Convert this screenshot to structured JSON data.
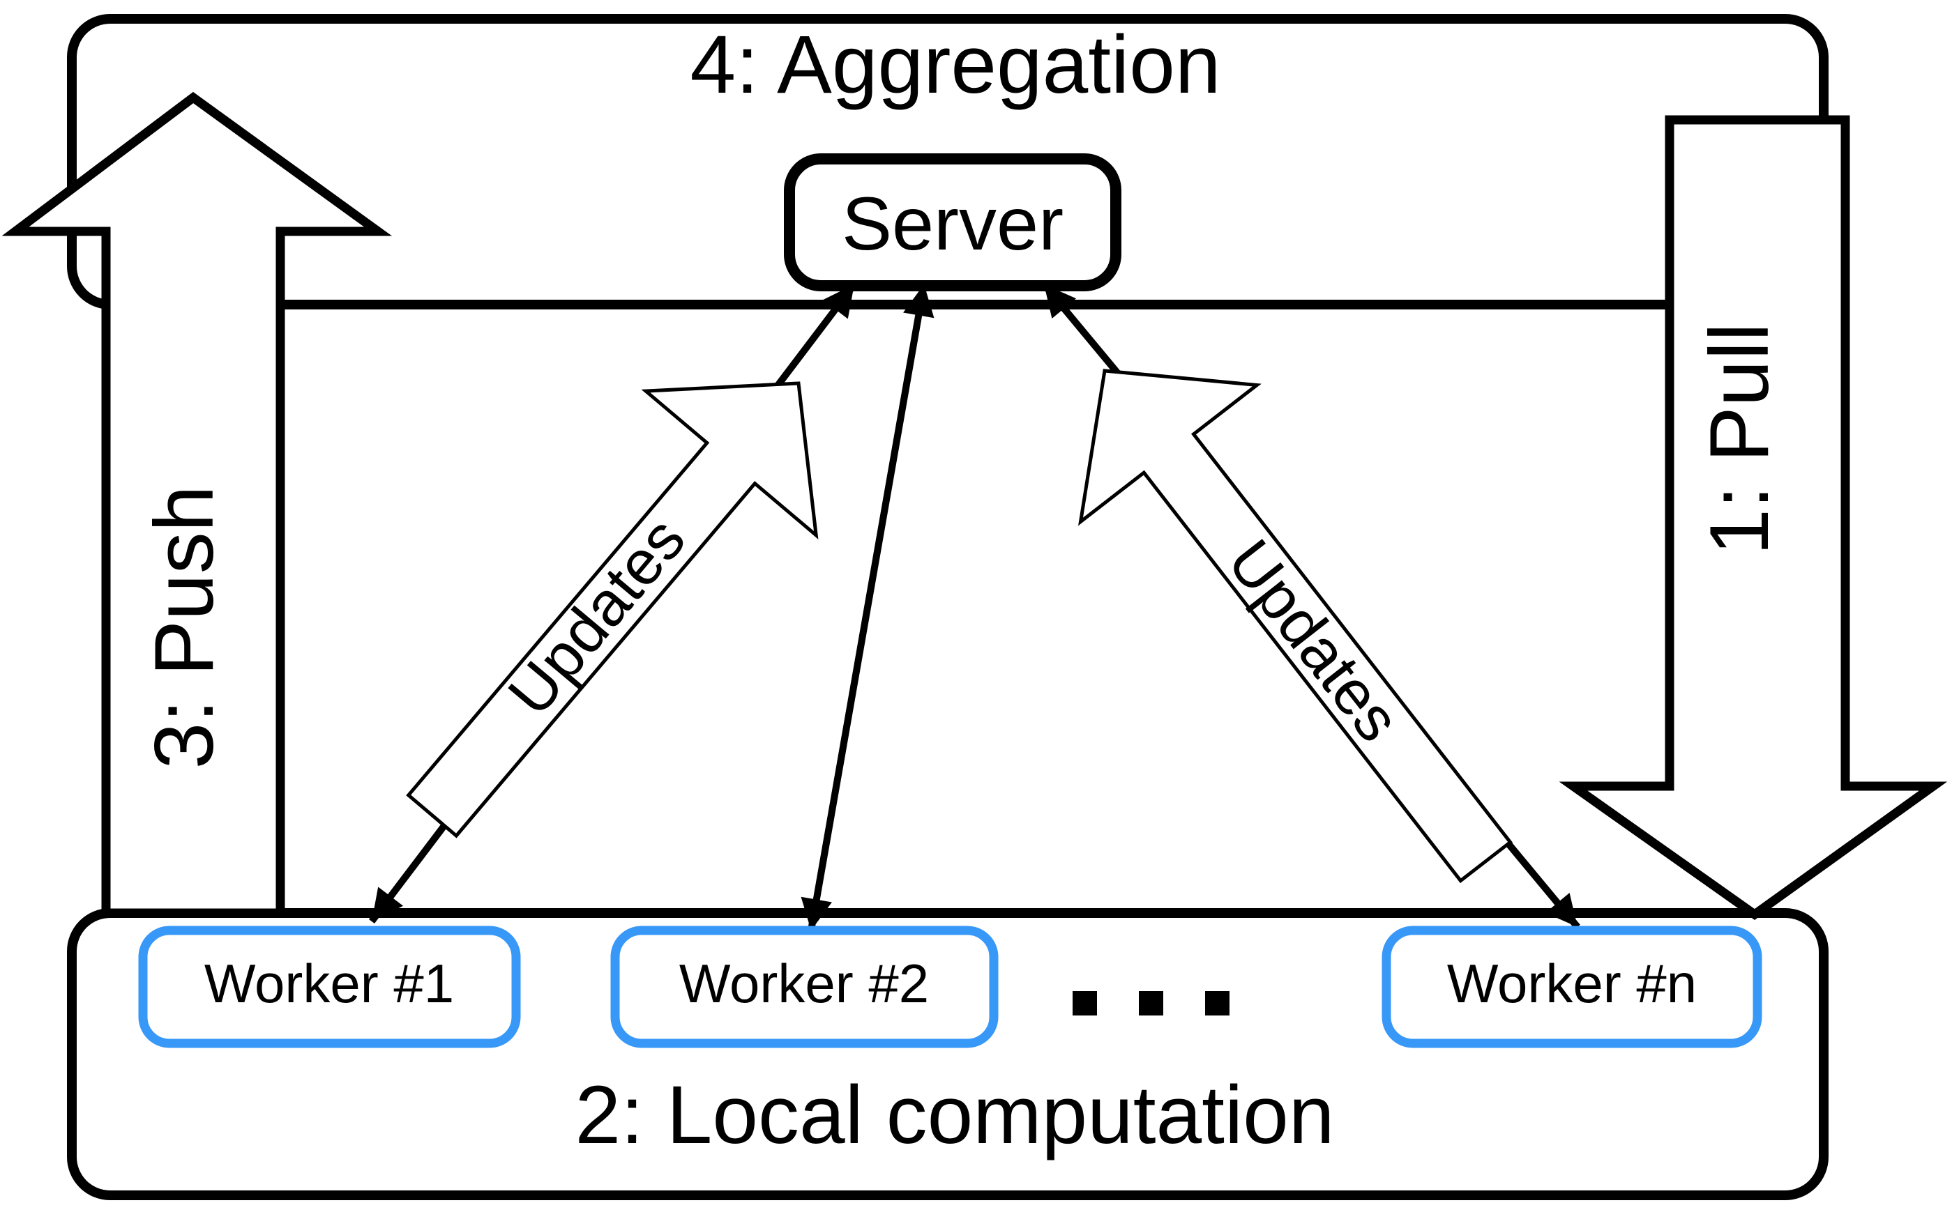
{
  "figure": {
    "description": "Parameter server distributed training cycle diagram",
    "colors": {
      "ink": "#000000",
      "paper": "#ffffff",
      "worker_accent": "#3898f8"
    },
    "regions": {
      "aggregation": {
        "label": "4: Aggregation"
      },
      "local_computation": {
        "label": "2: Local computation"
      }
    },
    "server": {
      "label": "Server"
    },
    "workers": [
      {
        "label": "Worker #1"
      },
      {
        "label": "Worker #2"
      },
      {
        "label": "Worker #n"
      }
    ],
    "flows": {
      "push": {
        "label": "3: Push"
      },
      "pull": {
        "label": "1: Pull"
      },
      "updates_left": {
        "label": "Updates"
      },
      "updates_right": {
        "label": "Updates"
      }
    }
  }
}
